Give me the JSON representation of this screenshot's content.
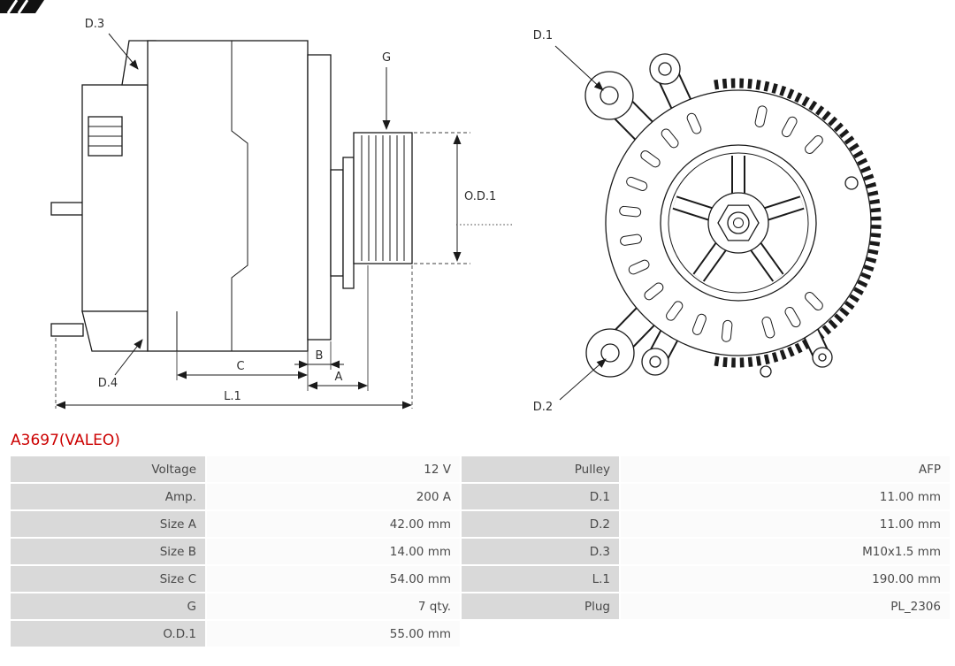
{
  "part_number": "A3697(VALEO)",
  "ui_colors": {
    "accent": "#cc0000",
    "label_cell_bg": "#d9d9d9",
    "value_cell_bg": "#fbfbfb",
    "line_color": "#1a1a1a"
  },
  "diagram": {
    "labels": {
      "d1": "D.1",
      "d2": "D.2",
      "d3": "D.3",
      "d4": "D.4",
      "g": "G",
      "od1": "O.D.1",
      "a": "A",
      "b": "B",
      "c": "C",
      "l1": "L.1"
    }
  },
  "spec_table": {
    "rows": [
      {
        "label1": "Voltage",
        "value1": "12 V",
        "label2": "Pulley",
        "value2": "AFP"
      },
      {
        "label1": "Amp.",
        "value1": "200 A",
        "label2": "D.1",
        "value2": "11.00 mm"
      },
      {
        "label1": "Size A",
        "value1": "42.00 mm",
        "label2": "D.2",
        "value2": "11.00 mm"
      },
      {
        "label1": "Size B",
        "value1": "14.00 mm",
        "label2": "D.3",
        "value2": "M10x1.5 mm"
      },
      {
        "label1": "Size C",
        "value1": "54.00 mm",
        "label2": "L.1",
        "value2": "190.00 mm"
      },
      {
        "label1": "G",
        "value1": "7 qty.",
        "label2": "Plug",
        "value2": "PL_2306"
      },
      {
        "label1": "O.D.1",
        "value1": "55.00 mm",
        "label2": "",
        "value2": ""
      }
    ]
  }
}
